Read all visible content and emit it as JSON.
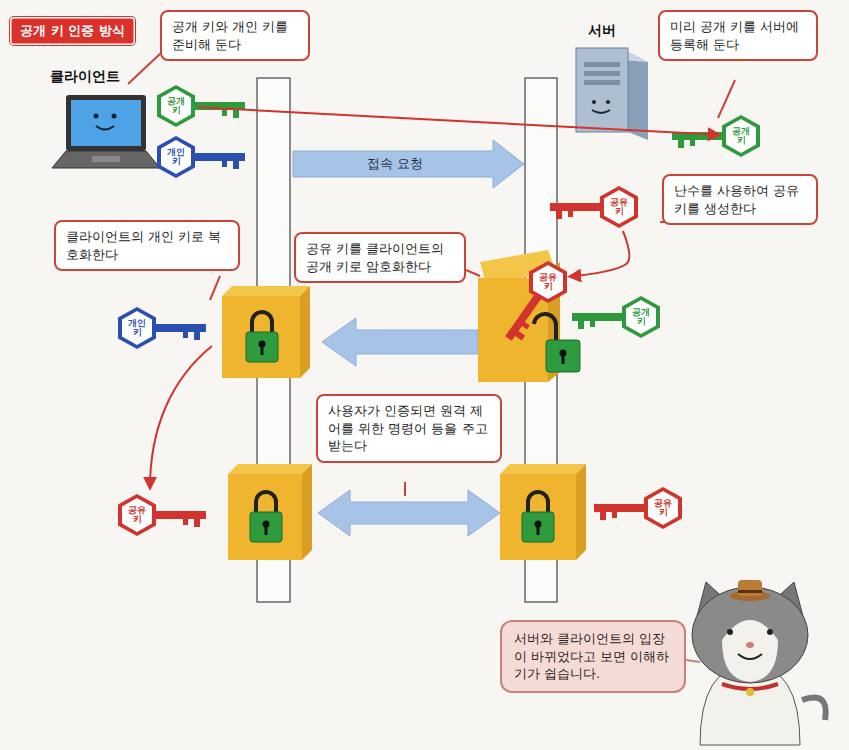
{
  "diagram": {
    "title": "공개 키 인증 방식",
    "nodes": [
      {
        "text": [
          "공개 키와 개인 키를 준비해 둔다"
        ]
      },
      {
        "text": [
          "미리 공개 키를 서버에 등록해 둔다"
        ]
      },
      {
        "text": [
          "공개 키"
        ]
      },
      {
        "text": [
          "개인 키"
        ]
      },
      {
        "text": [
          "공개 키"
        ]
      },
      {
        "text": [
          "공유 키"
        ]
      },
      {
        "text": [
          "난수를 사용하여 공유 키를 생성한다"
        ]
      },
      {
        "text": [
          "클라이언트의 개인 키로 복호화한다"
        ]
      },
      {
        "text": [
          "공유 키를 클라이언트의 공개 키로 암호화한다"
        ]
      },
      {
        "text": [
          "공유 키"
        ]
      },
      {
        "text": [
          "공개 키"
        ]
      },
      {
        "text": [
          "개인 키"
        ]
      },
      {
        "text": [
          "사용자가 인증되면 원격 제어를 위한 명령어 등을 주고받는다"
        ]
      },
      {
        "text": [
          "공유 키"
        ]
      },
      {
        "text": [
          "공유 키"
        ]
      },
      {
        "text": [
          "서버와 클라이언트의 입장이 바뀌었다고 보면 이해하기가 쉽습니다."
        ]
      }
    ],
    "edges": [
      {
        "from": 2,
        "to": 4,
        "arrow": "to"
      },
      {
        "from": 5,
        "to": 9,
        "arrow": "to"
      }
    ],
    "labels": [
      "클라이언트",
      "서버",
      "접속 요청"
    ]
  }
}
